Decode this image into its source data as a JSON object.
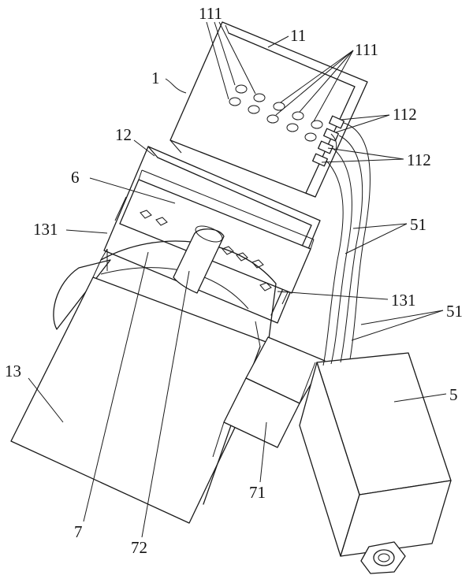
{
  "labels": {
    "l1": "1",
    "l11": "11",
    "l111a": "111",
    "l111b": "111",
    "l112a": "112",
    "l112b": "112",
    "l12": "12",
    "l6": "6",
    "l131a": "131",
    "l131b": "131",
    "l51a": "51",
    "l51b": "51",
    "l5": "5",
    "l13": "13",
    "l71": "71",
    "l7": "7",
    "l72": "72"
  }
}
